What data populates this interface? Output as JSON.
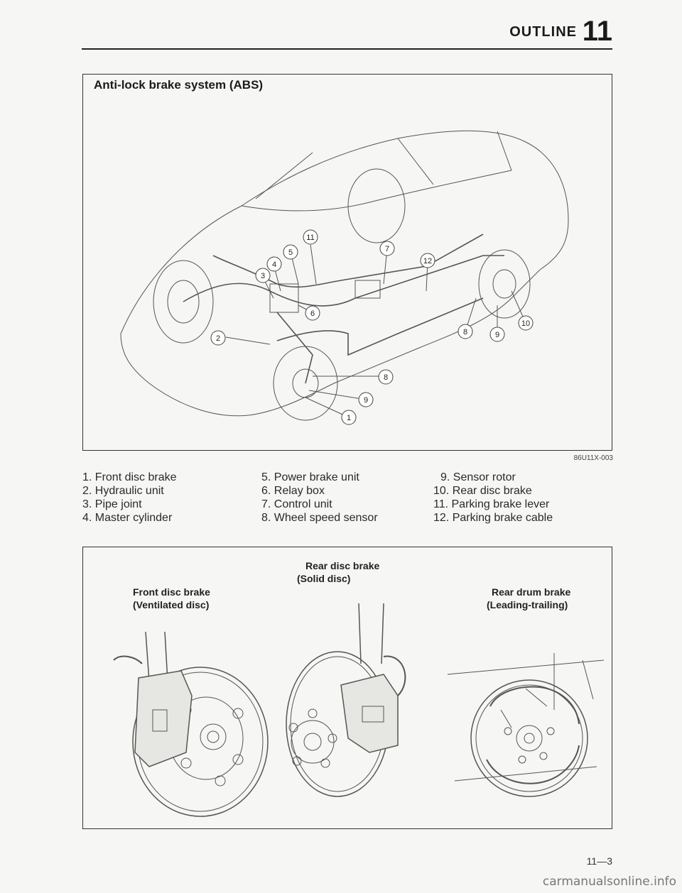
{
  "header": {
    "section_title": "OUTLINE",
    "section_number": "11"
  },
  "abs_figure": {
    "title": "Anti-lock brake system (ABS)",
    "figure_code": "86U11X-003",
    "callouts": [
      "11",
      "5",
      "7",
      "12",
      "4",
      "3",
      "6",
      "2",
      "10",
      "8",
      "9",
      "8",
      "9",
      "1"
    ]
  },
  "legend": [
    "1. Front disc brake",
    "2. Hydraulic unit",
    "3. Pipe joint",
    "4. Master cylinder",
    "5. Power brake unit",
    "6. Relay box",
    "7. Control unit",
    "8. Wheel speed sensor",
    "9. Sensor rotor",
    "10. Rear disc brake",
    "11. Parking brake lever",
    "12. Parking brake cable"
  ],
  "brakes_figure": {
    "front_caption_line1": "Front disc brake",
    "front_caption_line2": "(Ventilated disc)",
    "rear_disc_caption_line1": "Rear disc brake",
    "rear_disc_caption_line2": "(Solid disc)",
    "rear_drum_caption_line1": "Rear drum brake",
    "rear_drum_caption_line2": "(Leading-trailing)"
  },
  "footer": {
    "page_number": "11—3",
    "watermark": "carmanualsonline.info"
  }
}
